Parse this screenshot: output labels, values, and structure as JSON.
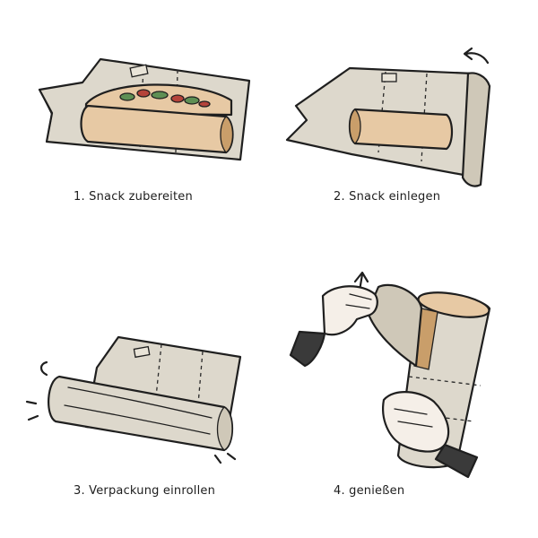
{
  "steps": [
    {
      "label": "1. Snack zubereiten"
    },
    {
      "label": "2. Snack einlegen"
    },
    {
      "label": "3. Verpackung einrollen"
    },
    {
      "label": "4. genießen"
    }
  ],
  "colors": {
    "wrap": "#ddd8cc",
    "wrap_shade": "#cfc8b8",
    "bread": "#e7c9a4",
    "bread_dark": "#c99e6a",
    "filling_green": "#5e8f54",
    "filling_red": "#b5433a",
    "skin": "#f5efe8",
    "sleeve": "#3a3a3a",
    "ink": "#1f1f1f"
  },
  "icons": [
    "fold-arrow-icon",
    "lift-arrow-icon",
    "motion-marks-icon"
  ]
}
